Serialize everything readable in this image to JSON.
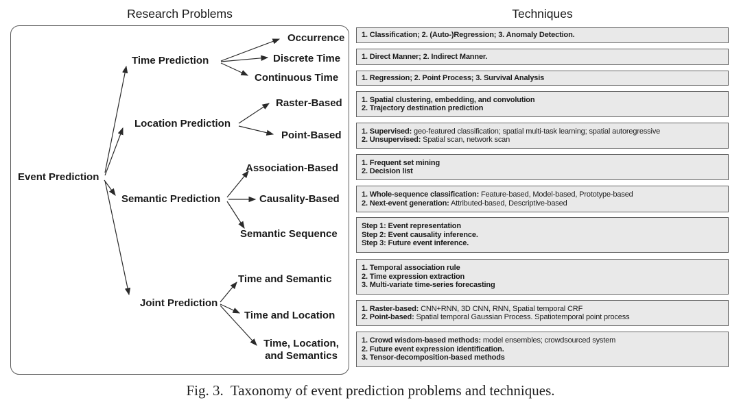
{
  "headers": {
    "left": "Research Problems",
    "right": "Techniques"
  },
  "caption": "Fig. 3.  Taxonomy of event prediction problems and techniques.",
  "tree": {
    "nodes": [
      {
        "id": "root",
        "label": "Event Prediction"
      },
      {
        "id": "time",
        "label": "Time Prediction"
      },
      {
        "id": "location",
        "label": "Location Prediction"
      },
      {
        "id": "semantic",
        "label": "Semantic Prediction"
      },
      {
        "id": "joint",
        "label": "Joint Prediction"
      },
      {
        "id": "occurrence",
        "label": "Occurrence"
      },
      {
        "id": "discrete",
        "label": "Discrete Time"
      },
      {
        "id": "continuous",
        "label": "Continuous Time"
      },
      {
        "id": "raster",
        "label": "Raster-Based"
      },
      {
        "id": "point",
        "label": "Point-Based"
      },
      {
        "id": "association",
        "label": "Association-Based"
      },
      {
        "id": "causality",
        "label": "Causality-Based"
      },
      {
        "id": "semseq",
        "label": "Semantic Sequence"
      },
      {
        "id": "timesem",
        "label": "Time and Semantic"
      },
      {
        "id": "timeloc",
        "label": "Time and Location"
      },
      {
        "id": "timelocsem",
        "label": "Time, Location,\nand Semantics"
      }
    ],
    "edges": [
      [
        "root",
        "time"
      ],
      [
        "root",
        "location"
      ],
      [
        "root",
        "semantic"
      ],
      [
        "root",
        "joint"
      ],
      [
        "time",
        "occurrence"
      ],
      [
        "time",
        "discrete"
      ],
      [
        "time",
        "continuous"
      ],
      [
        "location",
        "raster"
      ],
      [
        "location",
        "point"
      ],
      [
        "semantic",
        "association"
      ],
      [
        "semantic",
        "causality"
      ],
      [
        "semantic",
        "semseq"
      ],
      [
        "joint",
        "timesem"
      ],
      [
        "joint",
        "timeloc"
      ],
      [
        "joint",
        "timelocsem"
      ]
    ]
  },
  "techniques": {
    "boxes": [
      {
        "for": "occurrence",
        "lines": [
          {
            "segments": [
              {
                "text": "1. Classification; 2. (Auto-)Regression; 3. Anomaly Detection.",
                "bold": true
              }
            ]
          }
        ]
      },
      {
        "for": "discrete-time",
        "lines": [
          {
            "segments": [
              {
                "text": "1. Direct Manner; 2. Indirect Manner.",
                "bold": true
              }
            ]
          }
        ]
      },
      {
        "for": "continuous-time",
        "lines": [
          {
            "segments": [
              {
                "text": "1. Regression; 2. Point Process; 3. Survival Analysis",
                "bold": true
              }
            ]
          }
        ]
      },
      {
        "for": "raster-based",
        "lines": [
          {
            "segments": [
              {
                "text": "1. Spatial clustering, embedding, and convolution",
                "bold": true
              }
            ]
          },
          {
            "segments": [
              {
                "text": "2. Trajectory destination prediction",
                "bold": true
              }
            ]
          }
        ]
      },
      {
        "for": "point-based",
        "lines": [
          {
            "segments": [
              {
                "text": "1. Supervised:",
                "bold": true
              },
              {
                "text": " geo-featured classification; spatial multi-task learning; spatial autoregressive",
                "bold": false
              }
            ]
          },
          {
            "segments": [
              {
                "text": "2. Unsupervised:",
                "bold": true
              },
              {
                "text": " Spatial scan, network scan",
                "bold": false
              }
            ]
          }
        ]
      },
      {
        "for": "association-based",
        "lines": [
          {
            "segments": [
              {
                "text": "1. Frequent set mining",
                "bold": true
              }
            ]
          },
          {
            "segments": [
              {
                "text": "2. Decision list",
                "bold": true
              }
            ]
          }
        ]
      },
      {
        "for": "causality-based",
        "lines": [
          {
            "segments": [
              {
                "text": "1. Whole-sequence classification:",
                "bold": true
              },
              {
                "text": " Feature-based, Model-based, Prototype-based",
                "bold": false
              }
            ]
          },
          {
            "segments": [
              {
                "text": "2. Next-event generation:",
                "bold": true
              },
              {
                "text": " Attributed-based, Descriptive-based",
                "bold": false
              }
            ]
          }
        ]
      },
      {
        "for": "semantic-sequence",
        "lines": [
          {
            "segments": [
              {
                "text": "Step 1: Event representation",
                "bold": true
              }
            ]
          },
          {
            "segments": [
              {
                "text": "Step 2: Event causality inference.",
                "bold": true
              }
            ]
          },
          {
            "segments": [
              {
                "text": "Step 3: Future event inference.",
                "bold": true
              }
            ]
          }
        ]
      },
      {
        "for": "time-and-semantic",
        "lines": [
          {
            "segments": [
              {
                "text": "1. Temporal association rule",
                "bold": true
              }
            ]
          },
          {
            "segments": [
              {
                "text": "2. Time expression extraction",
                "bold": true
              }
            ]
          },
          {
            "segments": [
              {
                "text": "3. Multi-variate time-series forecasting",
                "bold": true
              }
            ]
          }
        ]
      },
      {
        "for": "time-and-location",
        "lines": [
          {
            "segments": [
              {
                "text": "1. Raster-based:",
                "bold": true
              },
              {
                "text": " CNN+RNN, 3D CNN, RNN, Spatial temporal CRF",
                "bold": false
              }
            ]
          },
          {
            "segments": [
              {
                "text": "2. Point-based:",
                "bold": true
              },
              {
                "text": " Spatial temporal Gaussian Process. Spatiotemporal point process",
                "bold": false
              }
            ]
          }
        ]
      },
      {
        "for": "time-location-semantics",
        "lines": [
          {
            "segments": [
              {
                "text": "1. Crowd wisdom-based methods:",
                "bold": true
              },
              {
                "text": " model ensembles; crowdsourced system",
                "bold": false
              }
            ]
          },
          {
            "segments": [
              {
                "text": "2. Future event expression identification.",
                "bold": true
              }
            ]
          },
          {
            "segments": [
              {
                "text": "3. Tensor-decomposition-based methods",
                "bold": true
              }
            ]
          }
        ]
      }
    ]
  }
}
